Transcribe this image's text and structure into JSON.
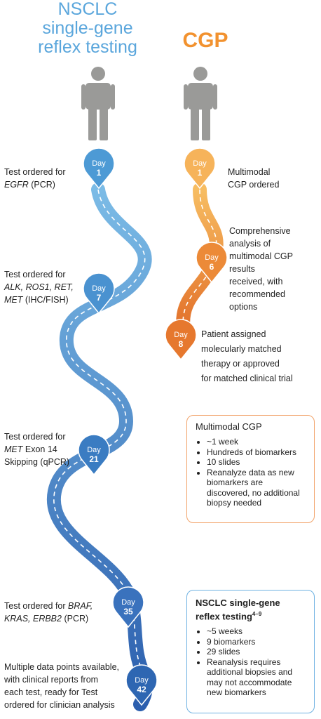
{
  "titles": {
    "left": "NSCLC single-gene reflex testing",
    "left_lines": [
      "NSCLC",
      "single-gene",
      "reflex testing"
    ],
    "right": "CGP"
  },
  "left_track": {
    "markers": [
      {
        "day_label": "Day",
        "day": "1"
      },
      {
        "day_label": "Day",
        "day": "7"
      },
      {
        "day_label": "Day",
        "day": "21"
      },
      {
        "day_label": "Day",
        "day": "35"
      },
      {
        "day_label": "Day",
        "day": "42"
      }
    ],
    "labels": [
      {
        "line1": "Test ordered for",
        "gene": "EGFR",
        "rest": " (PCR)"
      },
      {
        "line1": "Test ordered for",
        "genes": "ALK, ROS1, RET,",
        "gene2": "MET",
        "rest": " (IHC/FISH)"
      },
      {
        "line1": "Test ordered for",
        "gene": "MET",
        "rest": " Exon 14",
        "line3": "Skipping (qPCR)"
      },
      {
        "line1_pre": "Test ordered for ",
        "gene": "BRAF,",
        "genes2": "KRAS, ERBB2",
        "rest": " (PCR)"
      },
      {
        "lines": [
          "Multiple data points available,",
          "with clinical reports from",
          "each test, ready for Test",
          "ordered for clinician analysis"
        ]
      }
    ]
  },
  "right_track": {
    "markers": [
      {
        "day_label": "Day",
        "day": "1"
      },
      {
        "day_label": "Day",
        "day": "6"
      },
      {
        "day_label": "Day",
        "day": "8"
      }
    ],
    "labels": [
      {
        "lines": [
          "Multimodal",
          "CGP ordered"
        ]
      },
      {
        "lines": [
          "Comprehensive",
          "analysis of",
          "multimodal CGP results",
          "received, with",
          "recommended",
          "options"
        ]
      },
      {
        "lines": [
          "Patient assigned",
          "molecularly matched",
          "therapy or approved",
          "for matched clinical trial"
        ]
      }
    ]
  },
  "box_cgp": {
    "title": "Multimodal CGP",
    "items": [
      "~1 week",
      "Hundreds of biomarkers",
      "10 slides",
      "Reanalyze data as new biomarkers are discovered, no additional biopsy needed"
    ]
  },
  "box_nsclc": {
    "title": "NSCLC single-gene reflex testing",
    "title_line1": "NSCLC single-gene",
    "title_line2": "reflex testing",
    "superscript": "4–9",
    "items": [
      "~5 weeks",
      "9 biomarkers",
      "29 slides",
      "Reanalysis requires additional biopsies and may not accommodate new biomarkers"
    ]
  },
  "colors": {
    "nsclc_blue": "#5aa6dc",
    "road_blue_dark": "#2f6fb8",
    "cgp_orange": "#f2922f",
    "person_gray": "#9a9a98"
  }
}
